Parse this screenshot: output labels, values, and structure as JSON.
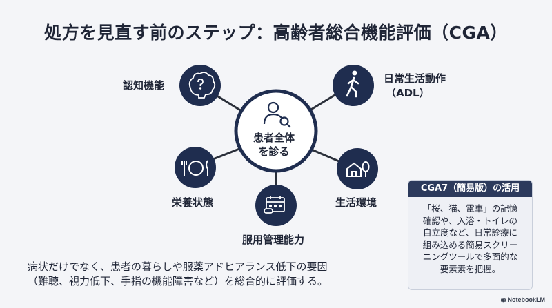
{
  "title": "処方を見直す前のステップ：高齢者総合機能評価（CGA）",
  "hub": {
    "line1": "患者全体",
    "line2": "を診る",
    "icon": "person-search-icon"
  },
  "nodes": [
    {
      "id": "cognitive",
      "label": "認知機能",
      "icon": "brain-question-icon"
    },
    {
      "id": "adl",
      "label_line1": "日常生活動作",
      "label_line2": "（ADL）",
      "icon": "walking-person-icon"
    },
    {
      "id": "nutrition",
      "label": "栄養状態",
      "icon": "plate-cutlery-icon"
    },
    {
      "id": "living",
      "label": "生活環境",
      "icon": "house-tree-icon"
    },
    {
      "id": "medication",
      "label": "服用管理能力",
      "icon": "pill-calendar-icon"
    }
  ],
  "bottom_text": {
    "line1": "病状だけでなく、患者の暮らしや服薬アドヒアランス低下の要因",
    "line2": "（難聴、視力低下、手指の機能障害など）を総合的に評価する。"
  },
  "info_box": {
    "heading": "CGA7（簡易版）の活用",
    "lines": [
      "「桜、猫、電車」の記憶",
      "確認や、入浴・トイレの",
      "自立度など、日常診療に",
      "組み込める簡易スクリー",
      "ニングツールで多面的な",
      "要素素を把握。"
    ]
  },
  "brand": "NotebookLM",
  "colors": {
    "navy": "#1f2d4f",
    "line": "#2a2f3a",
    "hub_bg": "#ffffff",
    "box_head": "#2c3a5c"
  }
}
